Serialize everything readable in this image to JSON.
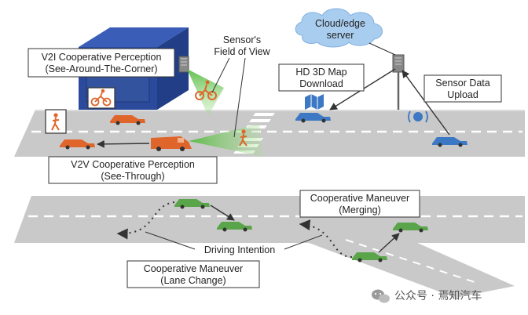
{
  "labels": {
    "v2i_line1": "V2I Cooperative Perception",
    "v2i_line2": "(See-Around-The-Corner)",
    "sensor_fov_line1": "Sensor's",
    "sensor_fov_line2": "Field of View",
    "cloud_line1": "Cloud/edge",
    "cloud_line2": "server",
    "hd_map_line1": "HD 3D Map",
    "hd_map_line2": "Download",
    "upload_line1": "Sensor Data",
    "upload_line2": "Upload",
    "v2v_line1": "V2V Cooperative Perception",
    "v2v_line2": "(See-Through)",
    "merge_line1": "Cooperative Maneuver",
    "merge_line2": "(Merging)",
    "intention": "Driving Intention",
    "lane_line1": "Cooperative Maneuver",
    "lane_line2": "(Lane Change)"
  },
  "watermark": {
    "text": "公众号 · 焉知汽车"
  },
  "colors": {
    "road": "#c8c8c8",
    "building": "#2b4a9c",
    "car_orange": "#e0652a",
    "car_blue": "#3d78c4",
    "car_green": "#5aa54a",
    "fov_green": "#6fcf5a",
    "cloud": "#a9cdef"
  }
}
